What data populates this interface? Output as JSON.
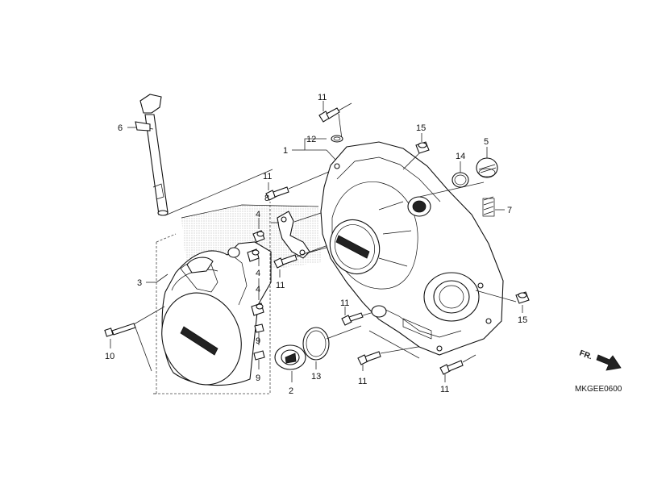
{
  "callouts": {
    "c1": "1",
    "c2": "2",
    "c3": "3",
    "c4a": "4",
    "c4b": "4",
    "c4c": "4",
    "c4d": "4",
    "c5": "5",
    "c6": "6",
    "c7": "7",
    "c8": "8",
    "c9a": "9",
    "c9b": "9",
    "c10": "10",
    "c11a": "11",
    "c11b": "11",
    "c11c": "11",
    "c11d": "11",
    "c11e": "11",
    "c11f": "11",
    "c12": "12",
    "c13": "13",
    "c14": "14",
    "c15a": "15",
    "c15b": "15"
  },
  "direction_label": "FR.",
  "diagram_code": "MKGEE0600",
  "icons": {
    "direction": "arrow-lower-right-icon"
  }
}
